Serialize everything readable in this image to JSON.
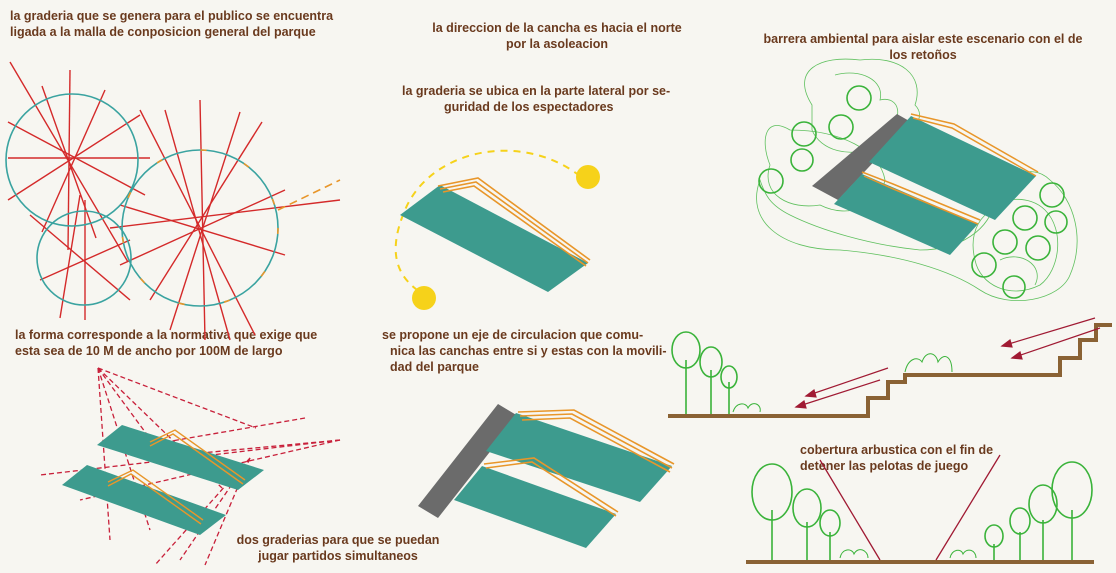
{
  "captions": {
    "graderia_malla": [
      "la graderia que se genera para el publico se encuentra",
      "ligada a la malla de conposicion general del parque"
    ],
    "direccion": [
      "la direccion de la cancha es hacia el norte",
      "por la asoleacion"
    ],
    "graderia_lateral": [
      "la graderia se ubica en la parte lateral por se-",
      "guridad de los espectadores"
    ],
    "barrera": [
      "barrera ambiental para aislar este escenario con el de",
      "los retoños"
    ],
    "forma": [
      "la forma corresponde a la normativa que exige que",
      "esta sea de 10 M de ancho por 100M de largo"
    ],
    "eje": [
      "se propone un eje de circulacion que comu-",
      "nica las canchas entre si y estas con la movili-",
      "dad del parque"
    ],
    "cobertura": [
      "cobertura arbustica con el fin de",
      "detener las pelotas de juego"
    ],
    "dos_graderias": [
      "dos graderias para que se puedan",
      "jugar partidos simultaneos"
    ]
  },
  "colors": {
    "field": "#3d9b8e",
    "stand": "#e8962a",
    "ray": "#d42a2a",
    "circle_stroke": "#3aa3a0",
    "sun": "#f6d21a",
    "tree": "#3ab33a",
    "ground": "#8a6234",
    "arrow": "#a01a33",
    "wall": "#6b6b6b",
    "text": "#6a3a1e"
  }
}
